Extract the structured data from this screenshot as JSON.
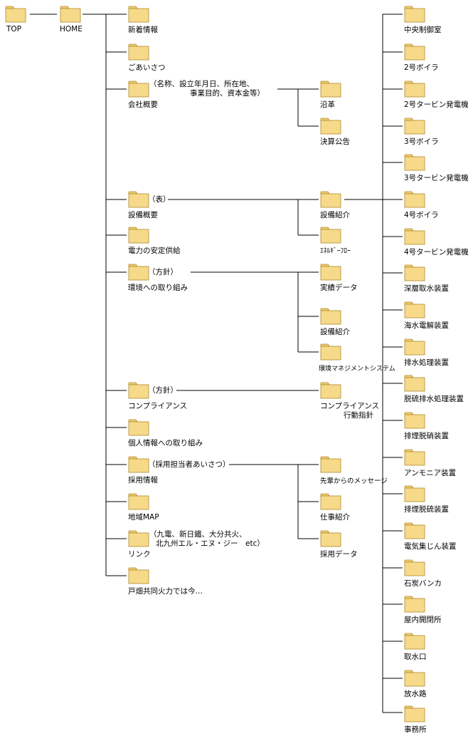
{
  "labels": {
    "top": "TOP",
    "home": "HOME",
    "news": "新着情報",
    "greeting": "ごあいさつ",
    "company": "会社概要",
    "company_note_1": "（名称、設立年月日、所在地、",
    "company_note_2": "事業目的、資本金等）",
    "history": "沿革",
    "settlement": "決算公告",
    "facilities": "設備概要",
    "facilities_note": "（表）",
    "facility_intro": "設備紹介",
    "energy_flow": "ｴﾈﾙｷﾞｰﾌﾛｰ",
    "stable_supply": "電力の安定供給",
    "environment": "環境への取り組み",
    "environment_note": "（方針）",
    "results": "実績データ",
    "env_facility": "設備紹介",
    "env_system": "環境マネジメントシステム",
    "compliance": "コンプライアンス",
    "compliance_note": "（方針）",
    "compliance_code_1": "コンプライアンス",
    "compliance_code_2": "行動指針",
    "privacy": "個人情報への取り組み",
    "recruit": "採用情報",
    "recruit_note": "（採用担当者あいさつ）",
    "senior_msg": "先輩からのメッセージ",
    "job_intro": "仕事紹介",
    "recruit_data": "採用データ",
    "local_map": "地域MAP",
    "links": "リンク",
    "links_note_1": "（九電、新日鐵、大分共火、",
    "links_note_2": "北九州エル・エヌ・ジー　etc）",
    "tobata_now": "戸畑共同火力では今…",
    "central_control": "中央制御室",
    "boiler2": "2号ボイラ",
    "turbine2": "2号タービン発電機",
    "boiler3": "3号ボイラ",
    "turbine3": "3号タービン発電機",
    "boiler4": "4号ボイラ",
    "turbine4": "4号タービン発電機",
    "deep_intake": "深層取水装置",
    "seawater_elec": "海水電解装置",
    "drainage": "排水処理装置",
    "desulf_drain": "脱硫排水処理装置",
    "denox": "排煙脱硝装置",
    "ammonia": "アンモニア装置",
    "desulf": "排煙脱硫装置",
    "esp": "電気集じん装置",
    "coal_bunker": "石炭バンカ",
    "indoor_switch": "屋内開閉所",
    "intake": "取水口",
    "outlet": "放水路",
    "office": "事務所"
  },
  "colors": {
    "folder_fill": "#f7d98a",
    "folder_tab": "#f3cd6f",
    "folder_stroke": "#b08a2c",
    "line": "#000000"
  }
}
